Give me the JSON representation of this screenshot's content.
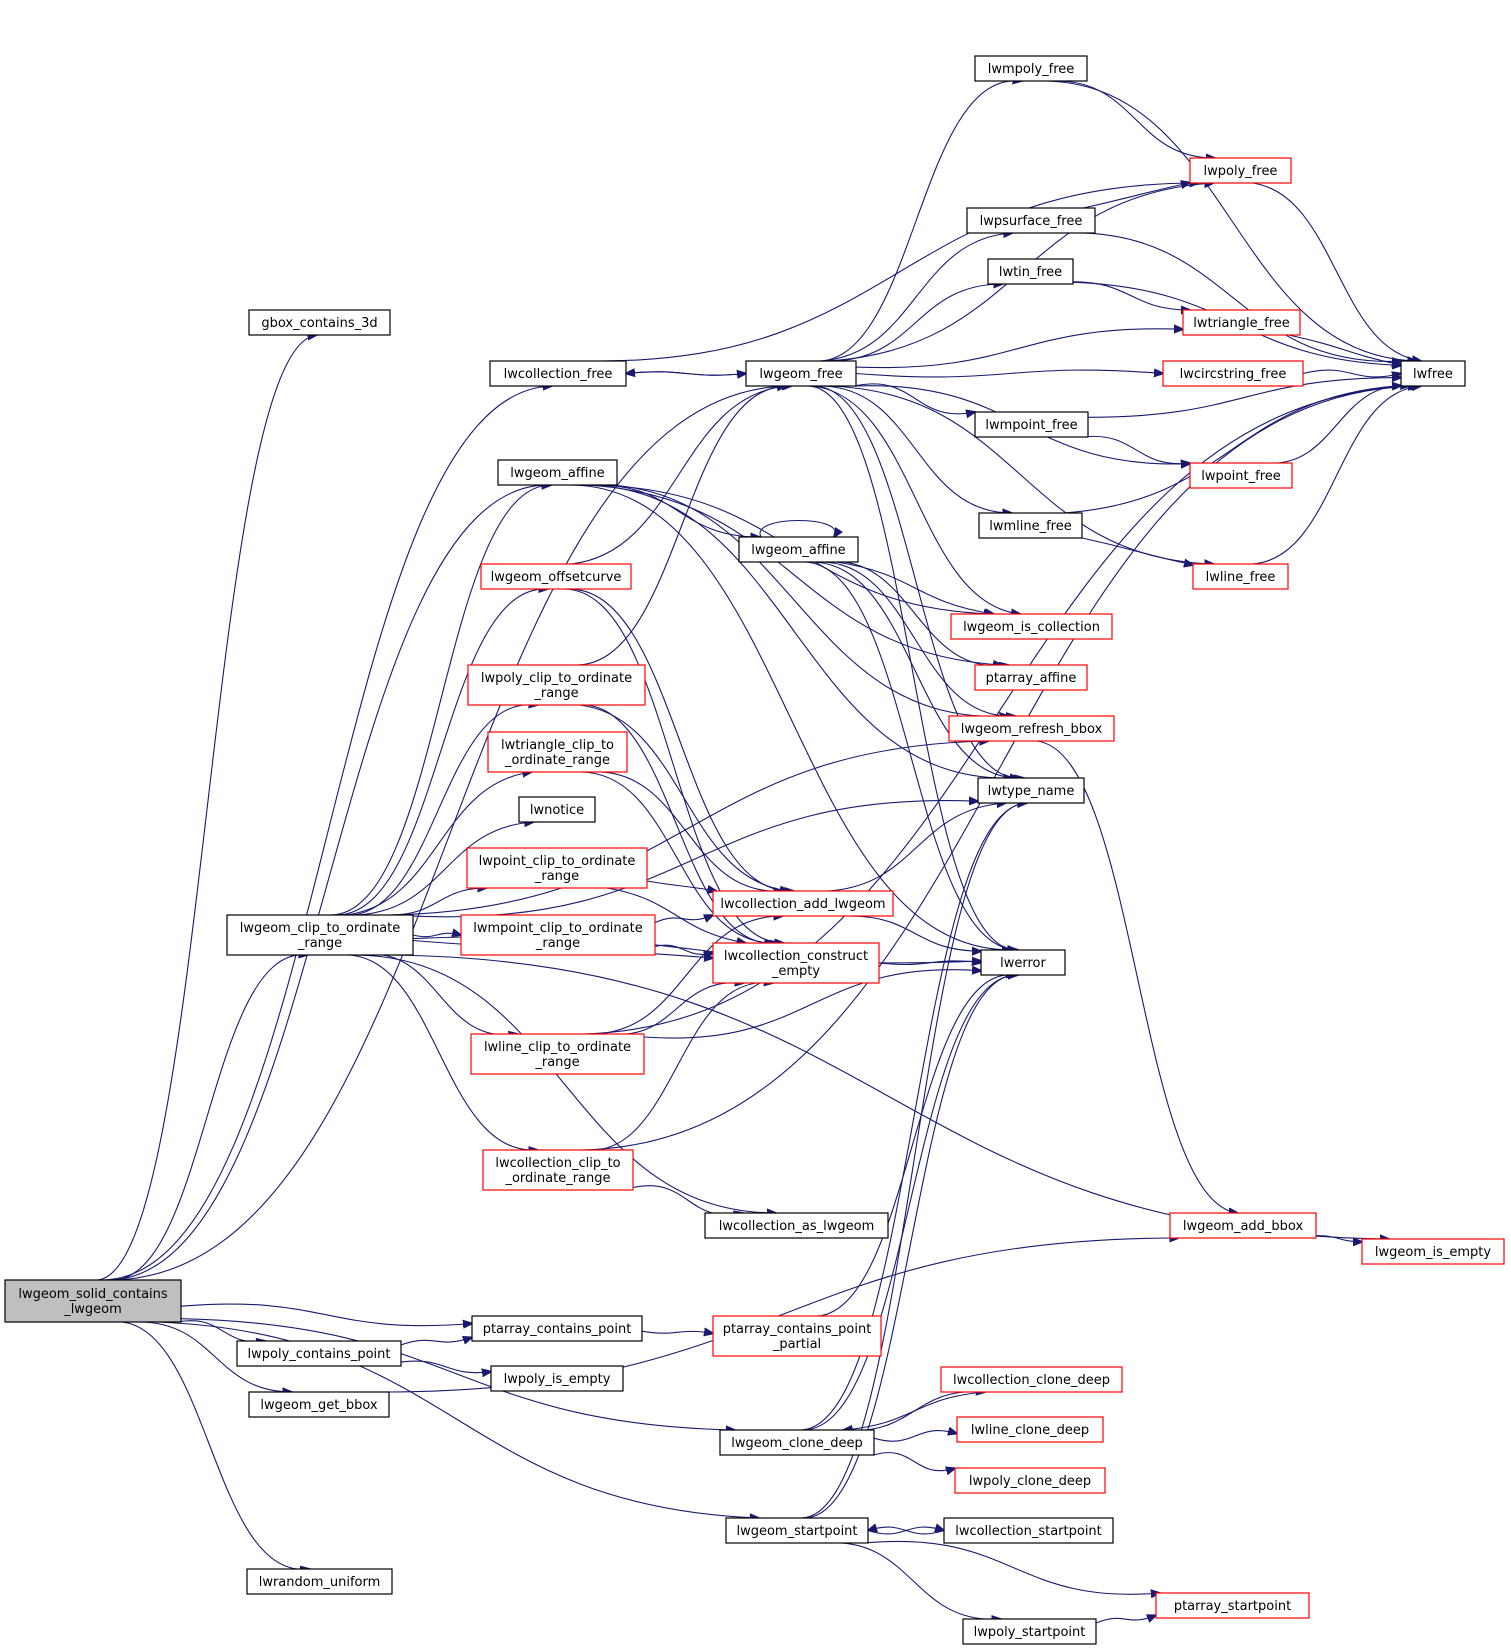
{
  "diagram": {
    "type": "call-graph",
    "colors": {
      "edge": "#191970",
      "node_border_documented": "#000000",
      "node_border_undocumented": "#ff0000",
      "root_fill": "#bfbfbf",
      "background": "#ffffff"
    },
    "nodes": [
      {
        "id": "root",
        "lines": [
          "lwgeom_solid_contains",
          "_lwgeom"
        ],
        "style": "root"
      },
      {
        "id": "gbox_contains_3d",
        "lines": [
          "gbox_contains_3d"
        ],
        "style": "black"
      },
      {
        "id": "lwcollection_free",
        "lines": [
          "lwcollection_free"
        ],
        "style": "black"
      },
      {
        "id": "lwgeom_free",
        "lines": [
          "lwgeom_free"
        ],
        "style": "black"
      },
      {
        "id": "lwmpoly_free",
        "lines": [
          "lwmpoly_free"
        ],
        "style": "black"
      },
      {
        "id": "lwpoly_free",
        "lines": [
          "lwpoly_free"
        ],
        "style": "red"
      },
      {
        "id": "lwpsurface_free",
        "lines": [
          "lwpsurface_free"
        ],
        "style": "black"
      },
      {
        "id": "lwtin_free",
        "lines": [
          "lwtin_free"
        ],
        "style": "black"
      },
      {
        "id": "lwtriangle_free",
        "lines": [
          "lwtriangle_free"
        ],
        "style": "red"
      },
      {
        "id": "lwcircstring_free",
        "lines": [
          "lwcircstring_free"
        ],
        "style": "red"
      },
      {
        "id": "lwfree",
        "lines": [
          "lwfree"
        ],
        "style": "black"
      },
      {
        "id": "lwmpoint_free",
        "lines": [
          "lwmpoint_free"
        ],
        "style": "black"
      },
      {
        "id": "lwpoint_free",
        "lines": [
          "lwpoint_free"
        ],
        "style": "red"
      },
      {
        "id": "lwmline_free",
        "lines": [
          "lwmline_free"
        ],
        "style": "black"
      },
      {
        "id": "lwline_free",
        "lines": [
          "lwline_free"
        ],
        "style": "red"
      },
      {
        "id": "lwgeom_affine_a",
        "lines": [
          "lwgeom_affine"
        ],
        "style": "black"
      },
      {
        "id": "lwgeom_affine_b",
        "lines": [
          "lwgeom_affine"
        ],
        "style": "black"
      },
      {
        "id": "lwgeom_offsetcurve",
        "lines": [
          "lwgeom_offsetcurve"
        ],
        "style": "red"
      },
      {
        "id": "lwgeom_is_collection",
        "lines": [
          "lwgeom_is_collection"
        ],
        "style": "red"
      },
      {
        "id": "ptarray_affine",
        "lines": [
          "ptarray_affine"
        ],
        "style": "red"
      },
      {
        "id": "lwgeom_refresh_bbox",
        "lines": [
          "lwgeom_refresh_bbox"
        ],
        "style": "red"
      },
      {
        "id": "lwpoly_clip",
        "lines": [
          "lwpoly_clip_to_ordinate",
          "_range"
        ],
        "style": "red"
      },
      {
        "id": "lwtriangle_clip",
        "lines": [
          "lwtriangle_clip_to",
          "_ordinate_range"
        ],
        "style": "red"
      },
      {
        "id": "lwtype_name",
        "lines": [
          "lwtype_name"
        ],
        "style": "black"
      },
      {
        "id": "lwnotice",
        "lines": [
          "lwnotice"
        ],
        "style": "black"
      },
      {
        "id": "lwpoint_clip",
        "lines": [
          "lwpoint_clip_to_ordinate",
          "_range"
        ],
        "style": "red"
      },
      {
        "id": "lwcollection_add_lwgeom",
        "lines": [
          "lwcollection_add_lwgeom"
        ],
        "style": "red"
      },
      {
        "id": "lwgeom_clip",
        "lines": [
          "lwgeom_clip_to_ordinate",
          "_range"
        ],
        "style": "black"
      },
      {
        "id": "lwmpoint_clip",
        "lines": [
          "lwmpoint_clip_to_ordinate",
          "_range"
        ],
        "style": "red"
      },
      {
        "id": "lwcollection_construct_empty",
        "lines": [
          "lwcollection_construct",
          "_empty"
        ],
        "style": "red"
      },
      {
        "id": "lwerror",
        "lines": [
          "lwerror"
        ],
        "style": "black"
      },
      {
        "id": "lwline_clip",
        "lines": [
          "lwline_clip_to_ordinate",
          "_range"
        ],
        "style": "red"
      },
      {
        "id": "lwcollection_clip",
        "lines": [
          "lwcollection_clip_to",
          "_ordinate_range"
        ],
        "style": "red"
      },
      {
        "id": "lwcollection_as_lwgeom",
        "lines": [
          "lwcollection_as_lwgeom"
        ],
        "style": "black"
      },
      {
        "id": "lwgeom_add_bbox",
        "lines": [
          "lwgeom_add_bbox"
        ],
        "style": "red"
      },
      {
        "id": "lwgeom_is_empty",
        "lines": [
          "lwgeom_is_empty"
        ],
        "style": "red"
      },
      {
        "id": "ptarray_contains_point",
        "lines": [
          "ptarray_contains_point"
        ],
        "style": "black"
      },
      {
        "id": "ptarray_contains_point_partial",
        "lines": [
          "ptarray_contains_point",
          "_partial"
        ],
        "style": "red"
      },
      {
        "id": "lwpoly_contains_point",
        "lines": [
          "lwpoly_contains_point"
        ],
        "style": "black"
      },
      {
        "id": "lwpoly_is_empty",
        "lines": [
          "lwpoly_is_empty"
        ],
        "style": "black"
      },
      {
        "id": "lwgeom_get_bbox",
        "lines": [
          "lwgeom_get_bbox"
        ],
        "style": "black"
      },
      {
        "id": "lwcollection_clone_deep",
        "lines": [
          "lwcollection_clone_deep"
        ],
        "style": "red"
      },
      {
        "id": "lwline_clone_deep",
        "lines": [
          "lwline_clone_deep"
        ],
        "style": "red"
      },
      {
        "id": "lwgeom_clone_deep",
        "lines": [
          "lwgeom_clone_deep"
        ],
        "style": "black"
      },
      {
        "id": "lwpoly_clone_deep",
        "lines": [
          "lwpoly_clone_deep"
        ],
        "style": "red"
      },
      {
        "id": "lwgeom_startpoint",
        "lines": [
          "lwgeom_startpoint"
        ],
        "style": "black"
      },
      {
        "id": "lwcollection_startpoint",
        "lines": [
          "lwcollection_startpoint"
        ],
        "style": "black"
      },
      {
        "id": "ptarray_startpoint",
        "lines": [
          "ptarray_startpoint"
        ],
        "style": "red"
      },
      {
        "id": "lwrandom_uniform",
        "lines": [
          "lwrandom_uniform"
        ],
        "style": "black"
      },
      {
        "id": "lwpoly_startpoint",
        "lines": [
          "lwpoly_startpoint"
        ],
        "style": "black"
      }
    ],
    "edges": [
      [
        "root",
        "gbox_contains_3d"
      ],
      [
        "root",
        "lwcollection_free"
      ],
      [
        "root",
        "lwgeom_free"
      ],
      [
        "root",
        "lwgeom_affine_a"
      ],
      [
        "root",
        "lwgeom_clip"
      ],
      [
        "root",
        "ptarray_contains_point"
      ],
      [
        "root",
        "lwpoly_contains_point"
      ],
      [
        "root",
        "lwgeom_get_bbox"
      ],
      [
        "root",
        "lwgeom_clone_deep"
      ],
      [
        "root",
        "lwgeom_startpoint"
      ],
      [
        "root",
        "lwrandom_uniform"
      ],
      [
        "lwcollection_free",
        "lwgeom_free"
      ],
      [
        "lwcollection_free",
        "lwpoly_free"
      ],
      [
        "lwgeom_free",
        "lwcollection_free"
      ],
      [
        "lwgeom_free",
        "lwmpoly_free"
      ],
      [
        "lwgeom_free",
        "lwpoly_free"
      ],
      [
        "lwgeom_free",
        "lwpsurface_free"
      ],
      [
        "lwgeom_free",
        "lwtin_free"
      ],
      [
        "lwgeom_free",
        "lwtriangle_free"
      ],
      [
        "lwgeom_free",
        "lwcircstring_free"
      ],
      [
        "lwgeom_free",
        "lwmpoint_free"
      ],
      [
        "lwgeom_free",
        "lwpoint_free"
      ],
      [
        "lwgeom_free",
        "lwmline_free"
      ],
      [
        "lwgeom_free",
        "lwline_free"
      ],
      [
        "lwgeom_free",
        "lwgeom_is_collection"
      ],
      [
        "lwgeom_free",
        "lwtype_name"
      ],
      [
        "lwgeom_free",
        "lwerror"
      ],
      [
        "lwmpoly_free",
        "lwpoly_free"
      ],
      [
        "lwmpoly_free",
        "lwfree"
      ],
      [
        "lwpoly_free",
        "lwfree"
      ],
      [
        "lwpsurface_free",
        "lwpoly_free"
      ],
      [
        "lwpsurface_free",
        "lwfree"
      ],
      [
        "lwtin_free",
        "lwtriangle_free"
      ],
      [
        "lwtin_free",
        "lwfree"
      ],
      [
        "lwtriangle_free",
        "lwfree"
      ],
      [
        "lwcircstring_free",
        "lwfree"
      ],
      [
        "lwmpoint_free",
        "lwpoint_free"
      ],
      [
        "lwmpoint_free",
        "lwfree"
      ],
      [
        "lwpoint_free",
        "lwfree"
      ],
      [
        "lwmline_free",
        "lwline_free"
      ],
      [
        "lwmline_free",
        "lwfree"
      ],
      [
        "lwline_free",
        "lwfree"
      ],
      [
        "lwgeom_affine_a",
        "lwgeom_affine_b"
      ],
      [
        "lwgeom_affine_a",
        "lwgeom_is_collection"
      ],
      [
        "lwgeom_affine_a",
        "ptarray_affine"
      ],
      [
        "lwgeom_affine_a",
        "lwgeom_refresh_bbox"
      ],
      [
        "lwgeom_affine_a",
        "lwtype_name"
      ],
      [
        "lwgeom_affine_a",
        "lwerror"
      ],
      [
        "lwgeom_affine_b",
        "lwgeom_affine_b"
      ],
      [
        "lwgeom_affine_b",
        "lwgeom_is_collection"
      ],
      [
        "lwgeom_affine_b",
        "ptarray_affine"
      ],
      [
        "lwgeom_affine_b",
        "lwgeom_refresh_bbox"
      ],
      [
        "lwgeom_affine_b",
        "lwtype_name"
      ],
      [
        "lwgeom_affine_b",
        "lwerror"
      ],
      [
        "lwgeom_refresh_bbox",
        "lwgeom_add_bbox"
      ],
      [
        "lwgeom_offsetcurve",
        "lwgeom_free"
      ],
      [
        "lwgeom_offsetcurve",
        "lwcollection_add_lwgeom"
      ],
      [
        "lwgeom_offsetcurve",
        "lwcollection_construct_empty"
      ],
      [
        "lwpoly_clip",
        "lwgeom_free"
      ],
      [
        "lwpoly_clip",
        "lwcollection_add_lwgeom"
      ],
      [
        "lwpoly_clip",
        "lwcollection_construct_empty"
      ],
      [
        "lwtriangle_clip",
        "lwcollection_add_lwgeom"
      ],
      [
        "lwtriangle_clip",
        "lwcollection_construct_empty"
      ],
      [
        "lwpoint_clip",
        "lwcollection_add_lwgeom"
      ],
      [
        "lwpoint_clip",
        "lwcollection_construct_empty"
      ],
      [
        "lwmpoint_clip",
        "lwcollection_add_lwgeom"
      ],
      [
        "lwmpoint_clip",
        "lwcollection_construct_empty"
      ],
      [
        "lwline_clip",
        "lwcollection_add_lwgeom"
      ],
      [
        "lwline_clip",
        "lwcollection_construct_empty"
      ],
      [
        "lwline_clip",
        "lwerror"
      ],
      [
        "lwline_clip",
        "lwfree"
      ],
      [
        "lwcollection_add_lwgeom",
        "lwtype_name"
      ],
      [
        "lwcollection_add_lwgeom",
        "lwerror"
      ],
      [
        "lwcollection_construct_empty",
        "lwerror"
      ],
      [
        "lwcollection_clip",
        "lwcollection_construct_empty"
      ],
      [
        "lwcollection_clip",
        "lwcollection_as_lwgeom"
      ],
      [
        "lwcollection_clip",
        "lwfree"
      ],
      [
        "lwgeom_clip",
        "lwgeom_affine_a"
      ],
      [
        "lwgeom_clip",
        "lwgeom_offsetcurve"
      ],
      [
        "lwgeom_clip",
        "lwpoly_clip"
      ],
      [
        "lwgeom_clip",
        "lwtriangle_clip"
      ],
      [
        "lwgeom_clip",
        "lwnotice"
      ],
      [
        "lwgeom_clip",
        "lwpoint_clip"
      ],
      [
        "lwgeom_clip",
        "lwmpoint_clip"
      ],
      [
        "lwgeom_clip",
        "lwcollection_construct_empty"
      ],
      [
        "lwgeom_clip",
        "lwline_clip"
      ],
      [
        "lwgeom_clip",
        "lwcollection_clip"
      ],
      [
        "lwgeom_clip",
        "lwcollection_as_lwgeom"
      ],
      [
        "lwgeom_clip",
        "lwgeom_is_empty"
      ],
      [
        "lwgeom_clip",
        "lwtype_name"
      ],
      [
        "lwgeom_clip",
        "lwerror"
      ],
      [
        "lwgeom_clip",
        "lwgeom_refresh_bbox"
      ],
      [
        "lwgeom_add_bbox",
        "lwgeom_is_empty"
      ],
      [
        "ptarray_contains_point",
        "ptarray_contains_point_partial"
      ],
      [
        "ptarray_contains_point_partial",
        "lwerror"
      ],
      [
        "lwpoly_contains_point",
        "ptarray_contains_point"
      ],
      [
        "lwpoly_contains_point",
        "lwpoly_is_empty"
      ],
      [
        "lwgeom_get_bbox",
        "lwgeom_add_bbox"
      ],
      [
        "lwgeom_clone_deep",
        "lwcollection_clone_deep"
      ],
      [
        "lwgeom_clone_deep",
        "lwline_clone_deep"
      ],
      [
        "lwgeom_clone_deep",
        "lwpoly_clone_deep"
      ],
      [
        "lwgeom_clone_deep",
        "lwtype_name"
      ],
      [
        "lwgeom_clone_deep",
        "lwerror"
      ],
      [
        "lwcollection_clone_deep",
        "lwgeom_clone_deep"
      ],
      [
        "lwgeom_startpoint",
        "lwcollection_startpoint"
      ],
      [
        "lwgeom_startpoint",
        "ptarray_startpoint"
      ],
      [
        "lwgeom_startpoint",
        "lwpoly_startpoint"
      ],
      [
        "lwgeom_startpoint",
        "lwtype_name"
      ],
      [
        "lwgeom_startpoint",
        "lwerror"
      ],
      [
        "lwcollection_startpoint",
        "lwgeom_startpoint"
      ],
      [
        "lwpoly_startpoint",
        "ptarray_startpoint"
      ]
    ]
  }
}
